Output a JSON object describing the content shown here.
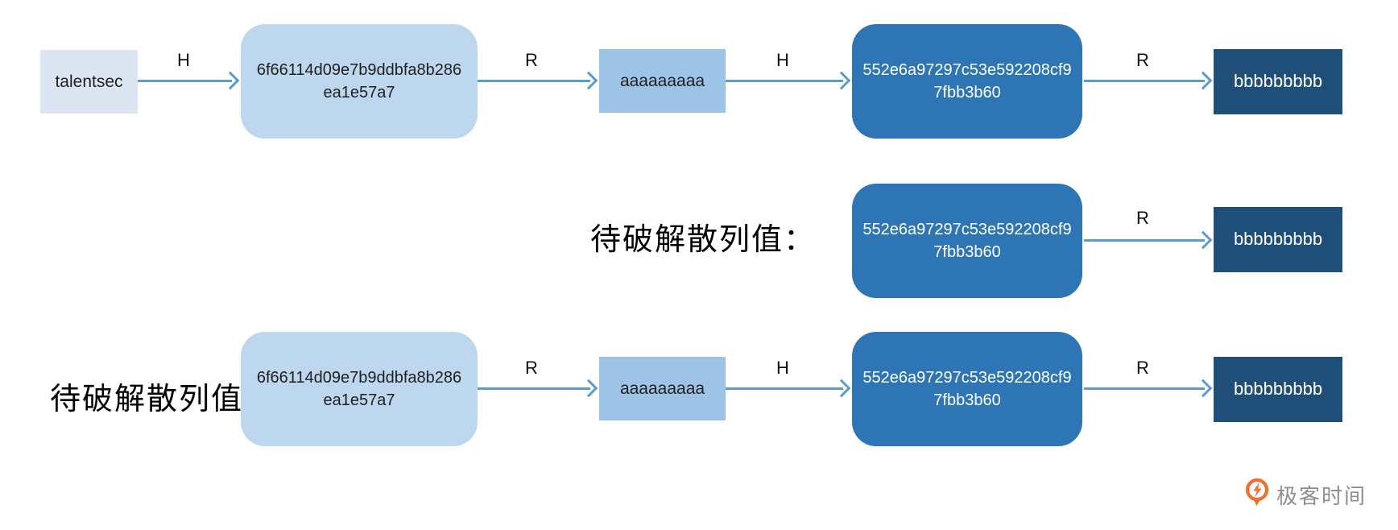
{
  "diagram": {
    "labels": {
      "hash": "H",
      "reduce": "R"
    },
    "crack_prompt": "待破解散列值：",
    "nodes": {
      "plaintext": "talentsec",
      "hash1": {
        "line1": "6f66114d09e7b9ddbfa8b286",
        "line2": "ea1e57a7"
      },
      "reduced1": "aaaaaaaaa",
      "hash2": {
        "line1": "552e6a97297c53e592208cf9",
        "line2": "7fbb3b60"
      },
      "reduced2": "bbbbbbbbb"
    },
    "colors": {
      "box-lightest": "#dce6f2",
      "box-light": "#bdd7ee",
      "box-mid": "#9dc3e6",
      "box-dark": "#2e75b6",
      "box-darkest": "#1f4e79",
      "arrow": "#5b9bd5",
      "label-text": "#111111",
      "logo-orange": "#ed6f33",
      "logo-text-color": "#8e8e8e"
    }
  },
  "branding": {
    "logo_text": "极客时间"
  }
}
